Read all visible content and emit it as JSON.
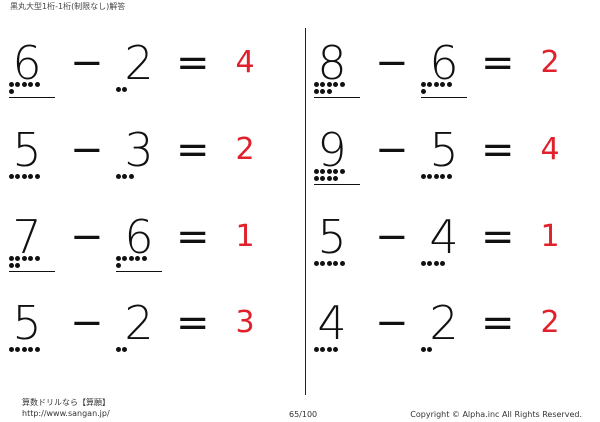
{
  "header": {
    "title": "黒丸大型1桁-1桁(制限なし)解答"
  },
  "operators": {
    "minus": "−",
    "equals": "="
  },
  "left_column": [
    {
      "a": "6",
      "b": "2",
      "answer": "4",
      "dots_a": 6,
      "dots_b": 2
    },
    {
      "a": "5",
      "b": "3",
      "answer": "2",
      "dots_a": 5,
      "dots_b": 3
    },
    {
      "a": "7",
      "b": "6",
      "answer": "1",
      "dots_a": 7,
      "dots_b": 6
    },
    {
      "a": "5",
      "b": "2",
      "answer": "3",
      "dots_a": 5,
      "dots_b": 2
    }
  ],
  "right_column": [
    {
      "a": "8",
      "b": "6",
      "answer": "2",
      "dots_a": 8,
      "dots_b": 6
    },
    {
      "a": "9",
      "b": "5",
      "answer": "4",
      "dots_a": 9,
      "dots_b": 5
    },
    {
      "a": "5",
      "b": "4",
      "answer": "1",
      "dots_a": 5,
      "dots_b": 4
    },
    {
      "a": "4",
      "b": "2",
      "answer": "2",
      "dots_a": 4,
      "dots_b": 2
    }
  ],
  "colors": {
    "answer": "#e0202a",
    "text": "#111111"
  },
  "footer": {
    "brand": "算数ドリルなら【算願】",
    "url": "http://www.sangan.jp/",
    "page": "65/100",
    "copyright": "Copyright © Alpha.inc All Rights Reserved."
  }
}
